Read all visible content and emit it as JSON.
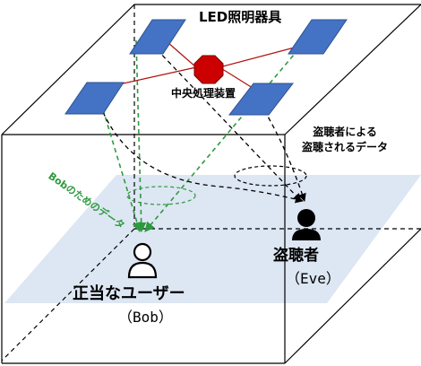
{
  "labels": {
    "led_fixtures": "LED照明器具",
    "central_processor": "中央処理装置",
    "eavesdropped_data_line1": "盗聴者による",
    "eavesdropped_data_line2": "盗聴されるデータ",
    "data_for_bob": "Bobのためのデータ",
    "eavesdropper_role": "盗聴者",
    "eavesdropper_name": "（Eve）",
    "legitimate_user_role": "正当なユーザー",
    "legitimate_user_name": "（Bob）"
  },
  "colors": {
    "led_panel": "#4472c4",
    "central_processor": "#cc0000",
    "floor_plane": "#dde6f3",
    "bob_data_beam": "#2e9a3e",
    "eve_data_beam": "#000000",
    "wiring": "#b01010"
  },
  "icons": {
    "bob": "person-outline-icon",
    "eve": "person-filled-icon",
    "processor": "octagon-icon"
  }
}
